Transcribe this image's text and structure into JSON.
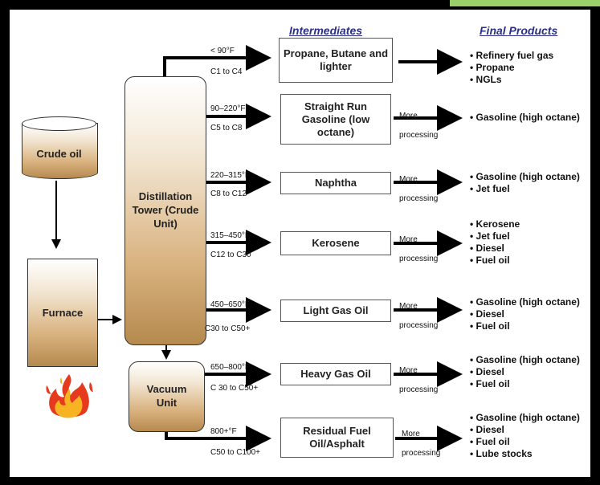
{
  "headers": {
    "intermediates": "Intermediates",
    "final_products": "Final Products"
  },
  "crude_oil": "Crude oil",
  "furnace": "Furnace",
  "distillation_tower": "Distillation Tower (Crude Unit)",
  "vacuum_unit": "Vacuum Unit",
  "fractions": [
    {
      "temp": "< 90°F",
      "carbon": "C1 to C4",
      "intermediate": "Propane, Butane and lighter",
      "process": "",
      "products": [
        "• Refinery fuel gas",
        "• Propane",
        "• NGLs"
      ]
    },
    {
      "temp": "90–220°F",
      "carbon": "C5 to C8",
      "intermediate": "Straight Run Gasoline (low octane)",
      "process": "More processing",
      "products": [
        "• Gasoline (high octane)"
      ]
    },
    {
      "temp": "220–315°F",
      "carbon": "C8 to C12",
      "intermediate": "Naphtha",
      "process": "More processing",
      "products": [
        "• Gasoline (high octane)",
        "• Jet fuel"
      ]
    },
    {
      "temp": "315–450°F",
      "carbon": "C12 to C30",
      "intermediate": "Kerosene",
      "process": "More processing",
      "products": [
        "• Kerosene",
        "• Jet fuel",
        "• Diesel",
        "• Fuel oil"
      ]
    },
    {
      "temp": "450–650°F",
      "carbon": "C30 to C50+",
      "intermediate": "Light Gas Oil",
      "process": "More processing",
      "products": [
        "• Gasoline (high octane)",
        "• Diesel",
        "• Fuel oil"
      ]
    },
    {
      "temp": "650–800°F",
      "carbon": "C 30 to C50+",
      "intermediate": "Heavy Gas Oil",
      "process": "More processing",
      "products": [
        "• Gasoline (high octane)",
        "• Diesel",
        "• Fuel oil"
      ]
    },
    {
      "temp": "800+°F",
      "carbon": "C50 to C100+",
      "intermediate": "Residual Fuel Oil/Asphalt",
      "process": "More processing",
      "products": [
        "• Gasoline (high octane)",
        "• Diesel",
        "• Fuel oil",
        "• Lube stocks"
      ]
    }
  ],
  "colors": {
    "header_text": "#2b2f86",
    "vessel_fill": "#d9b27f",
    "frame": "#000000",
    "accent": "#9bcf6a"
  },
  "icons": {
    "flame": "flame-icon"
  }
}
